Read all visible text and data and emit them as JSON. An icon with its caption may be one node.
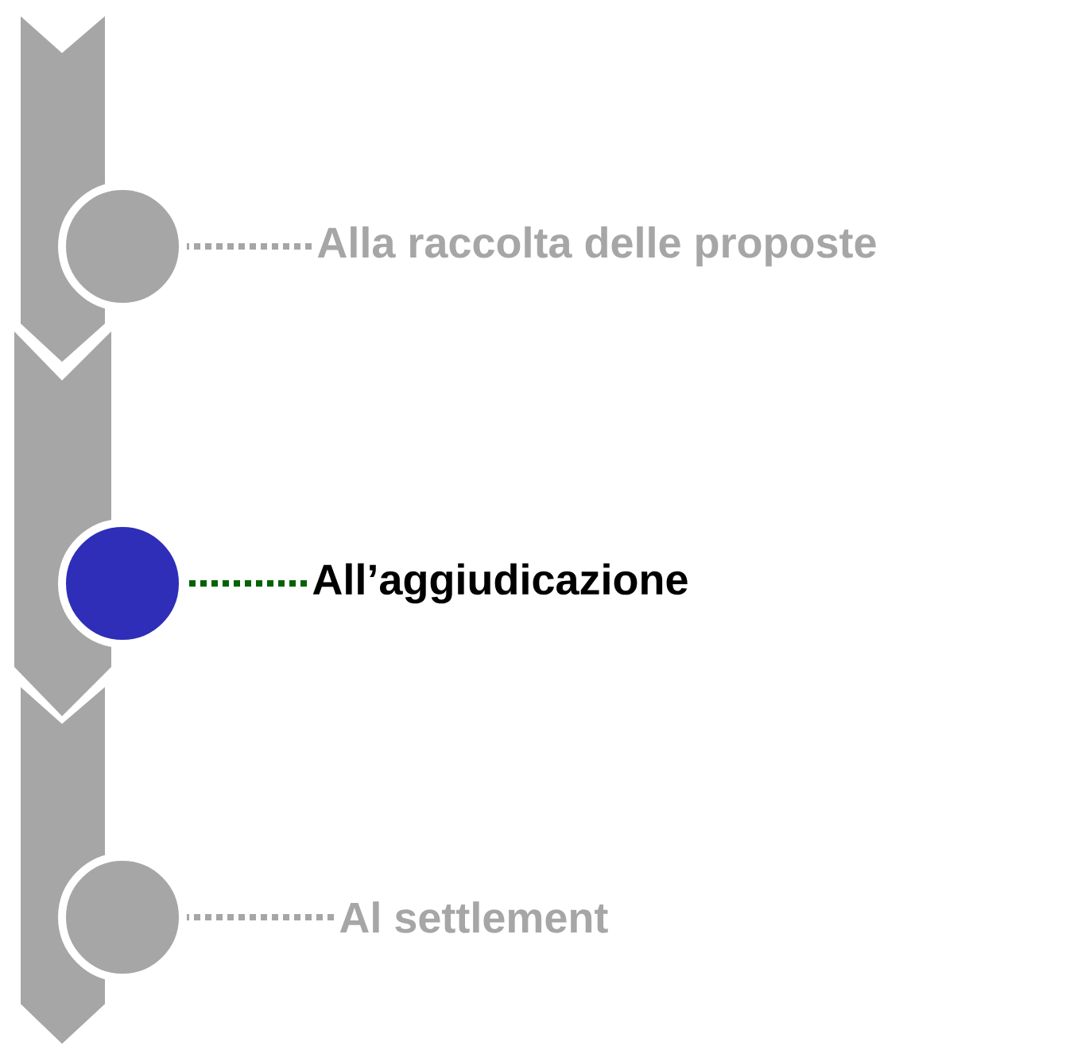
{
  "diagram": {
    "nodes": [
      {
        "text": [],
        "shape": "circle"
      },
      {
        "text": [
          "Alla raccolta delle proposte"
        ]
      },
      {
        "text": [],
        "shape": "circle"
      },
      {
        "text": [
          "All’aggiudicazione"
        ]
      },
      {
        "text": [],
        "shape": "circle"
      },
      {
        "text": [
          "Al settlement"
        ]
      }
    ],
    "edges": [
      {
        "from": 1,
        "to": 0,
        "arrow": "none",
        "style": "dashed"
      },
      {
        "from": 3,
        "to": 2,
        "arrow": "none",
        "style": "dashed",
        "color": "#006400"
      },
      {
        "from": 5,
        "to": 4,
        "arrow": "none",
        "style": "dashed"
      }
    ]
  }
}
